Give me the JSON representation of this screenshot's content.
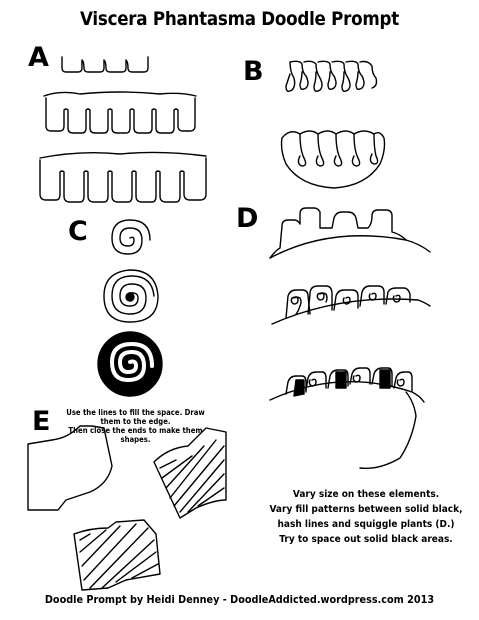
{
  "title": "Viscera Phantasma Doodle Prompt",
  "sections": {
    "a": "A",
    "b": "B",
    "c": "C",
    "d": "D",
    "e": "E"
  },
  "section_e_instructions": [
    "Use the lines to fill the space. Draw them to the edge.",
    "Then close the ends to make them shapes."
  ],
  "notes": [
    "Vary size on these elements.",
    "Vary fill patterns between solid black,",
    "hash lines and squiggle plants (D.)",
    "Try to space out solid black areas."
  ],
  "footer": "Doodle Prompt by Heidi Denney - DoodleAddicted.wordpress.com 2013"
}
